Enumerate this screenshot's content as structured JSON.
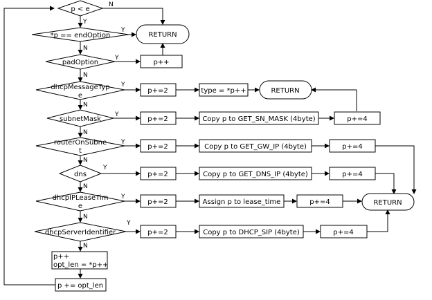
{
  "labels": {
    "yes": "Y",
    "no": "N"
  },
  "decisions": {
    "p_lt_e": "p < e",
    "end_option": "*p == endOption",
    "pad_option": "padOption",
    "msg_type_l1": "dhcpMessageTyp",
    "msg_type_l2": "e",
    "subnet_mask": "subnetMask",
    "router_l1": "routerOnSubne",
    "router_l2": "t",
    "dns": "dns",
    "lease_l1": "dhcpIPLeaseTim",
    "lease_l2": "e",
    "server_id": "dhcpServerIdentifier"
  },
  "terminals": {
    "return_top": "RETURN",
    "return_mid": "RETURN",
    "return_right": "RETURN"
  },
  "process": {
    "pad_inc": "p++",
    "type_p2": "p+=2",
    "type_assign": "type = *p++",
    "mask_p2": "p+=2",
    "mask_copy": "Copy p to GET_SN_MASK (4byte)",
    "mask_p4": "p+=4",
    "router_p2": "p+=2",
    "router_copy": "Copy p to GET_GW_IP (4byte)",
    "router_p4": "p+=4",
    "dns_p2": "p+=2",
    "dns_copy": "Copy p to GET_DNS_IP (4byte)",
    "dns_p4": "p+=4",
    "lease_p2": "p+=2",
    "lease_assign": "Assign p to lease_time",
    "lease_p4": "p+=4",
    "server_p2": "p+=2",
    "server_copy": "Copy p to DHCP_SIP (4byte)",
    "server_p4": "p+=4",
    "default_l1": "p++",
    "default_l2": "opt_len = *p++",
    "advance": "p += opt_len"
  }
}
